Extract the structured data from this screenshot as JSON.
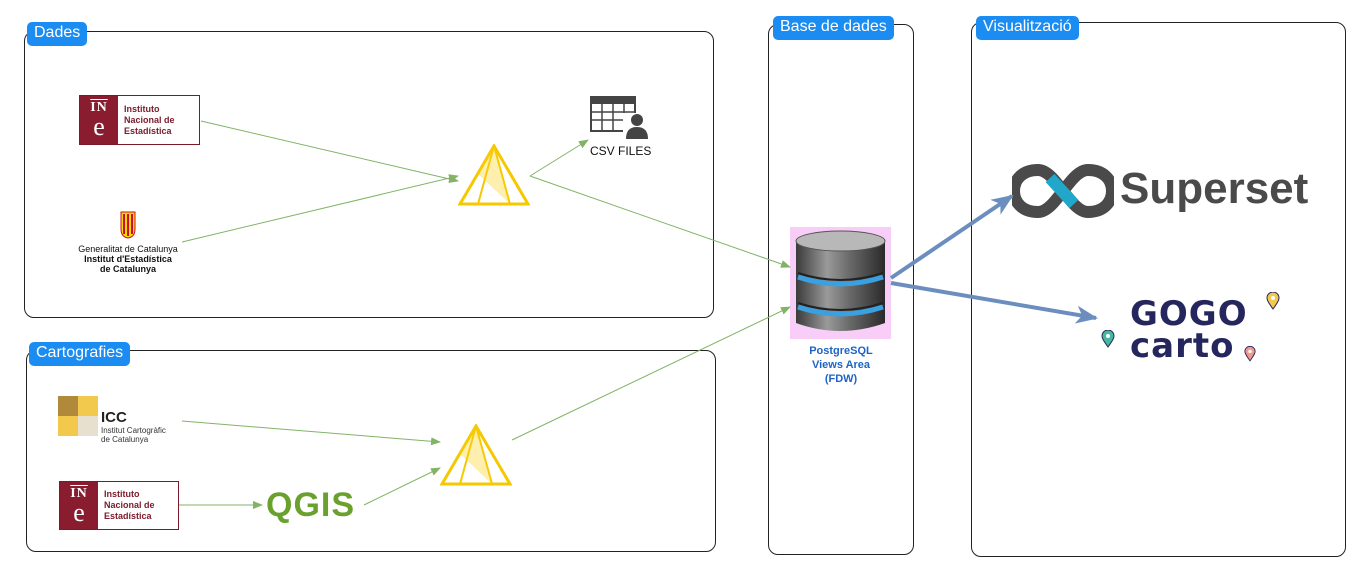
{
  "panels": {
    "dades": "Dades",
    "cartografies": "Cartografies",
    "base_dades": "Base de dades",
    "visualitzacio": "Visualització"
  },
  "ine": {
    "top": "IN",
    "e": "e",
    "line1": "Instituto",
    "line2": "Nacional de",
    "line3": "Estadística"
  },
  "idescat": {
    "line1": "Generalitat de Catalunya",
    "line2": "Institut d'Estadística",
    "line3": "de Catalunya"
  },
  "icc": {
    "name": "ICC",
    "line1": "Institut Cartogràfic",
    "line2": "de Catalunya"
  },
  "csv": {
    "label": "CSV FILES"
  },
  "postgres": {
    "line1": "PostgreSQL",
    "line2": "Views Area",
    "line3": "(FDW)"
  },
  "qgis": {
    "label": "QGIS"
  },
  "superset": {
    "label": "Superset"
  },
  "gogocarto": {
    "line1": "GOGO",
    "line2": "carto"
  },
  "colors": {
    "title_bg": "#1b8cf2",
    "flow_arrow": "#82b366",
    "output_arrow": "#6c8ebf",
    "ine_red": "#8a1c2f",
    "qgis_green": "#6aa12e",
    "superset_teal": "#20a7c9"
  }
}
